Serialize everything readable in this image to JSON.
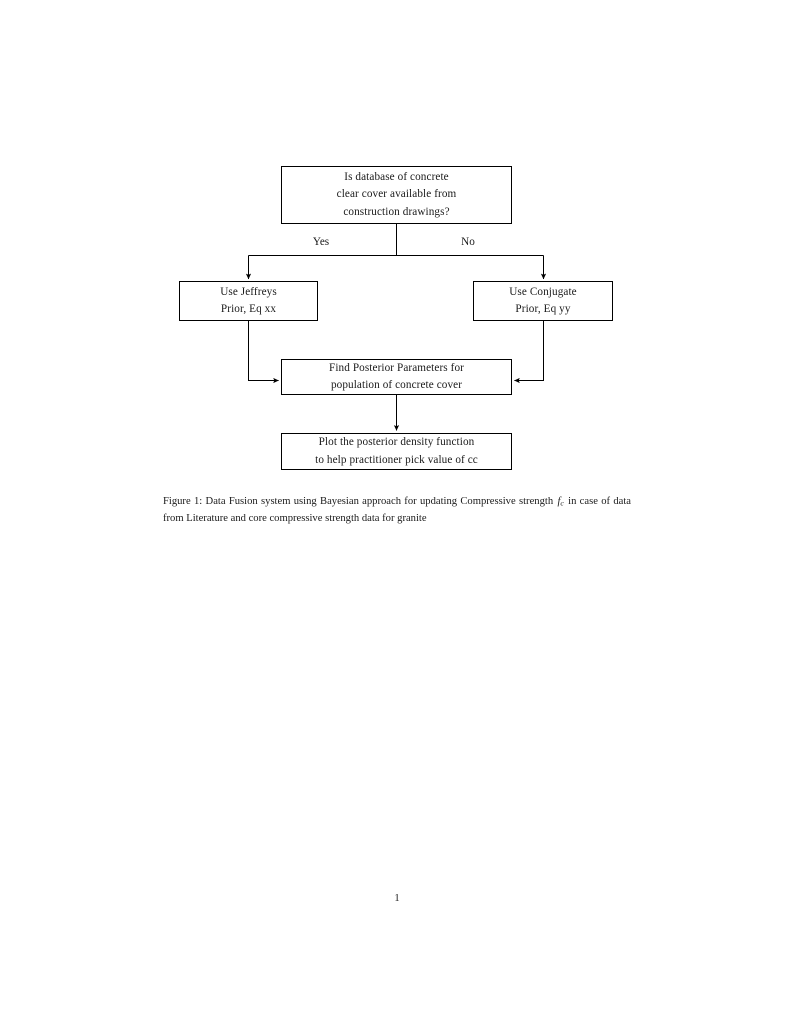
{
  "document": {
    "page_number": "1",
    "background_color": "#ffffff",
    "text_color": "#1a1a1a"
  },
  "figure": {
    "caption": {
      "label": "Figure 1:",
      "text_before_math": "Data Fusion system using Bayesian approach for updating Compressive strength",
      "math_variable": "f",
      "math_subscript": "c",
      "text_after_math": "in case of data from Literature and core compressive strength data for granite",
      "full_text": "Figure 1: Data Fusion system using Bayesian approach for updating Compressive strength fc in case of data from Literature and core compressive strength data for granite"
    },
    "diagram": {
      "type": "flowchart",
      "stroke_color": "#000000",
      "fill_color": "#ffffff",
      "nodes": [
        {
          "id": "decision",
          "shape": "rectangle",
          "lines": [
            "Is database of concrete",
            "clear cover available from",
            "construction drawings?"
          ]
        },
        {
          "id": "jeffreys",
          "shape": "rectangle",
          "lines": [
            "Use Jeffreys",
            "Prior, Eq xx"
          ]
        },
        {
          "id": "conjugate",
          "shape": "rectangle",
          "lines": [
            "Use Conjugate",
            "Prior, Eq yy"
          ]
        },
        {
          "id": "posterior",
          "shape": "rectangle",
          "lines": [
            "Find Posterior Parameters for",
            "population of concrete cover"
          ]
        },
        {
          "id": "plot",
          "shape": "rectangle",
          "lines": [
            "Plot the posterior density function",
            "to help practitioner pick value of cc"
          ]
        }
      ],
      "edges": [
        {
          "id": "decision-to-jeffreys",
          "label": "Yes",
          "from": "decision",
          "to": "jeffreys"
        },
        {
          "id": "decision-to-conjugate",
          "label": "No",
          "from": "decision",
          "to": "conjugate"
        },
        {
          "id": "jeffreys-to-posterior",
          "label": "",
          "from": "jeffreys",
          "to": "posterior"
        },
        {
          "id": "conjugate-to-posterior",
          "label": "",
          "from": "conjugate",
          "to": "posterior"
        },
        {
          "id": "posterior-to-plot",
          "label": "",
          "from": "posterior",
          "to": "plot"
        }
      ]
    }
  }
}
